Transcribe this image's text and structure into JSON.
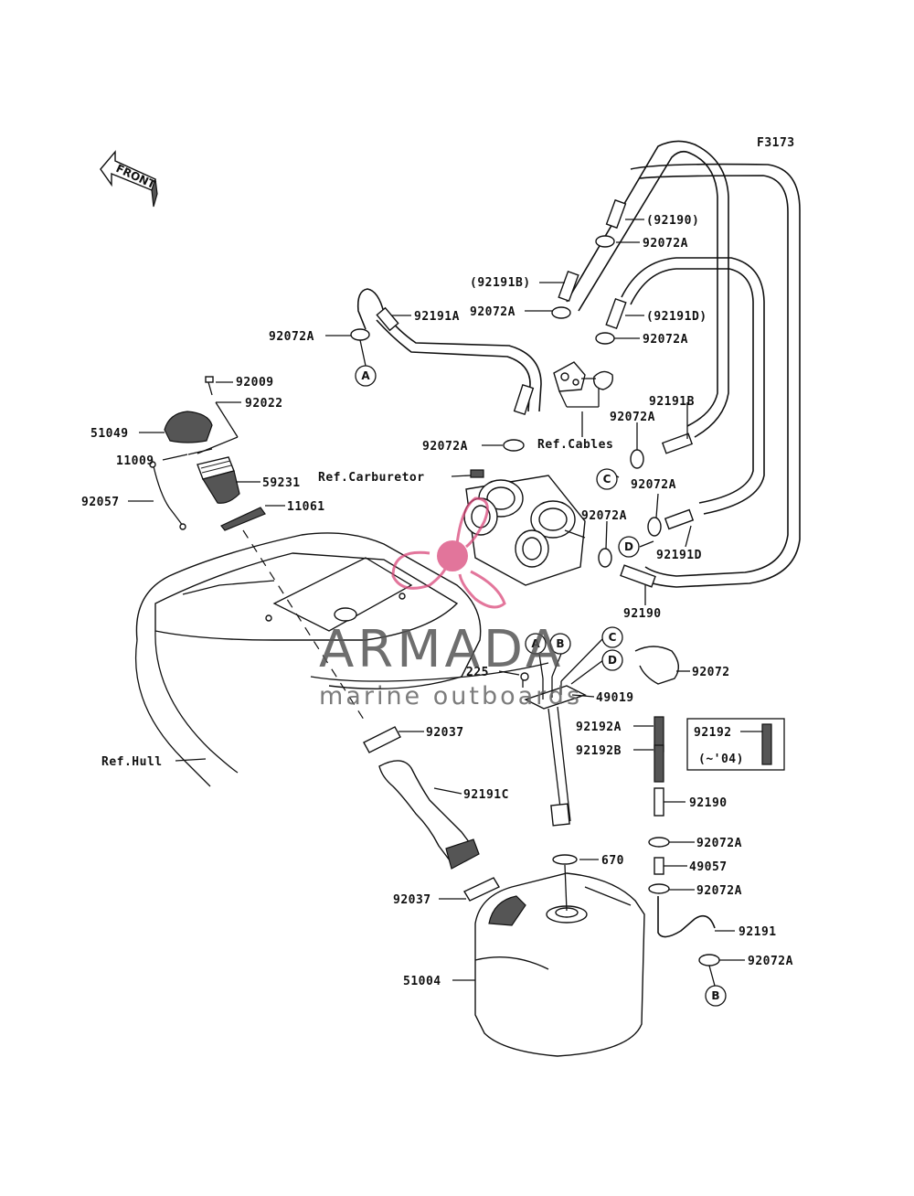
{
  "figure_code": "F3173",
  "front_label": "FRONT",
  "watermark": {
    "title": "ARMADA",
    "subtitle": "marine outboards",
    "pink": "#d9487a",
    "gray": "#555555"
  },
  "parts": {
    "p92190_top": "(92190)",
    "p92072A_1": "92072A",
    "p92191B_paren": "(92191B)",
    "p92072A_2": "92072A",
    "p92191D_paren": "(92191D)",
    "p92072A_3": "92072A",
    "p92191A": "92191A",
    "p92072A_4": "92072A",
    "p92009": "92009",
    "p92022": "92022",
    "p51049": "51049",
    "p11009": "11009",
    "p92057": "92057",
    "p59231": "59231",
    "p11061": "11061",
    "p92072A_5": "92072A",
    "ref_cables": "Ref.Cables",
    "p92191B": "92191B",
    "p92072A_6": "92072A",
    "ref_carburetor": "Ref.Carburetor",
    "p92072A_7": "92072A",
    "p92072A_8": "92072A",
    "p92191D": "92191D",
    "p92190_mid": "92190",
    "p225": "225",
    "p49019": "49019",
    "p92072": "92072",
    "p92192A": "92192A",
    "p92192B": "92192B",
    "p92192": "92192",
    "p92192_note": "(~'04)",
    "p92037_1": "92037",
    "ref_hull": "Ref.Hull",
    "p92191C": "92191C",
    "p92190_low": "92190",
    "p92072A_9": "92072A",
    "p49057": "49057",
    "p670": "670",
    "p92072A_10": "92072A",
    "p92037_2": "92037",
    "p92191": "92191",
    "p92072A_11": "92072A",
    "p51004": "51004"
  },
  "connectors": {
    "a1": "A",
    "c1": "C",
    "d1": "D",
    "a2": "A",
    "b2": "B",
    "c2": "C",
    "d2": "D",
    "b3": "B"
  }
}
